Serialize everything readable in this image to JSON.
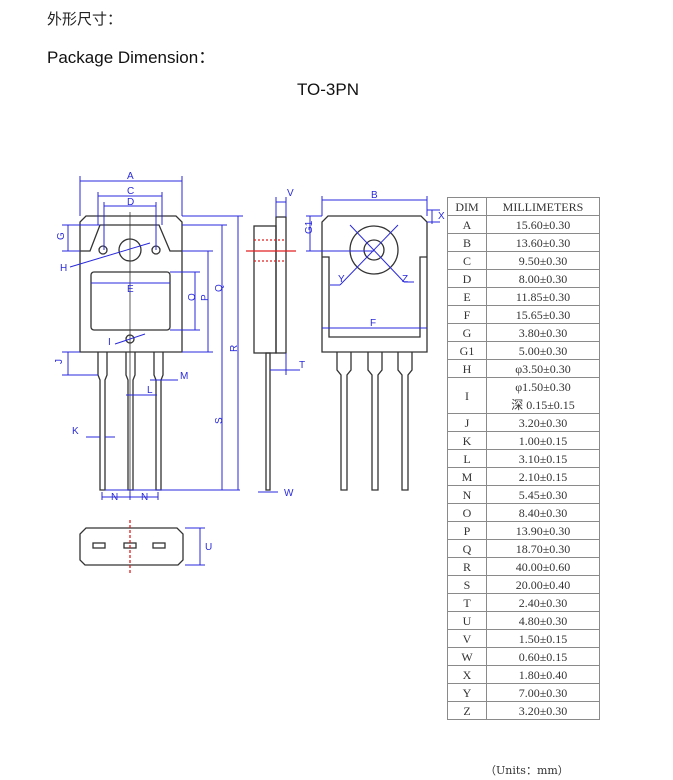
{
  "heading_cn": "外形尺寸：",
  "heading_en": "Package Dimension：",
  "package_name": "TO-3PN",
  "drawing_labels": {
    "A": "A",
    "B": "B",
    "C": "C",
    "D": "D",
    "E": "E",
    "F": "F",
    "G": "G",
    "G1": "G1",
    "H": "H",
    "I": "I",
    "J": "J",
    "K": "K",
    "L": "L",
    "M": "M",
    "N": "N",
    "O": "O",
    "P": "P",
    "Q": "Q",
    "R": "R",
    "S": "S",
    "T": "T",
    "U": "U",
    "V": "V",
    "W": "W",
    "X": "X",
    "Y": "Y",
    "Z": "Z"
  },
  "table": {
    "headers": [
      "DIM",
      "MILLIMETERS"
    ],
    "rows": [
      {
        "dim": "A",
        "value": "15.60±0.30"
      },
      {
        "dim": "B",
        "value": "13.60±0.30"
      },
      {
        "dim": "C",
        "value": "9.50±0.30"
      },
      {
        "dim": "D",
        "value": "8.00±0.30"
      },
      {
        "dim": "E",
        "value": "11.85±0.30"
      },
      {
        "dim": "F",
        "value": "15.65±0.30"
      },
      {
        "dim": "G",
        "value": "3.80±0.30"
      },
      {
        "dim": "G1",
        "value": "5.00±0.30"
      },
      {
        "dim": "H",
        "value": "φ3.50±0.30"
      },
      {
        "dim": "I",
        "value": "φ1.50±0.30",
        "value2": "深 0.15±0.15"
      },
      {
        "dim": "J",
        "value": "3.20±0.30"
      },
      {
        "dim": "K",
        "value": "1.00±0.15"
      },
      {
        "dim": "L",
        "value": "3.10±0.15"
      },
      {
        "dim": "M",
        "value": "2.10±0.15"
      },
      {
        "dim": "N",
        "value": "5.45±0.30"
      },
      {
        "dim": "O",
        "value": "8.40±0.30"
      },
      {
        "dim": "P",
        "value": "13.90±0.30"
      },
      {
        "dim": "Q",
        "value": "18.70±0.30"
      },
      {
        "dim": "R",
        "value": "40.00±0.60"
      },
      {
        "dim": "S",
        "value": "20.00±0.40"
      },
      {
        "dim": "T",
        "value": "2.40±0.30"
      },
      {
        "dim": "U",
        "value": "4.80±0.30"
      },
      {
        "dim": "V",
        "value": "1.50±0.15"
      },
      {
        "dim": "W",
        "value": "0.60±0.15"
      },
      {
        "dim": "X",
        "value": "1.80±0.40"
      },
      {
        "dim": "Y",
        "value": "7.00±0.30"
      },
      {
        "dim": "Z",
        "value": "3.20±0.30"
      }
    ]
  },
  "units_note": "（Units：mm）",
  "colors": {
    "outline": "#333333",
    "dimension": "#2a2adc",
    "centerline": "#e02020"
  }
}
